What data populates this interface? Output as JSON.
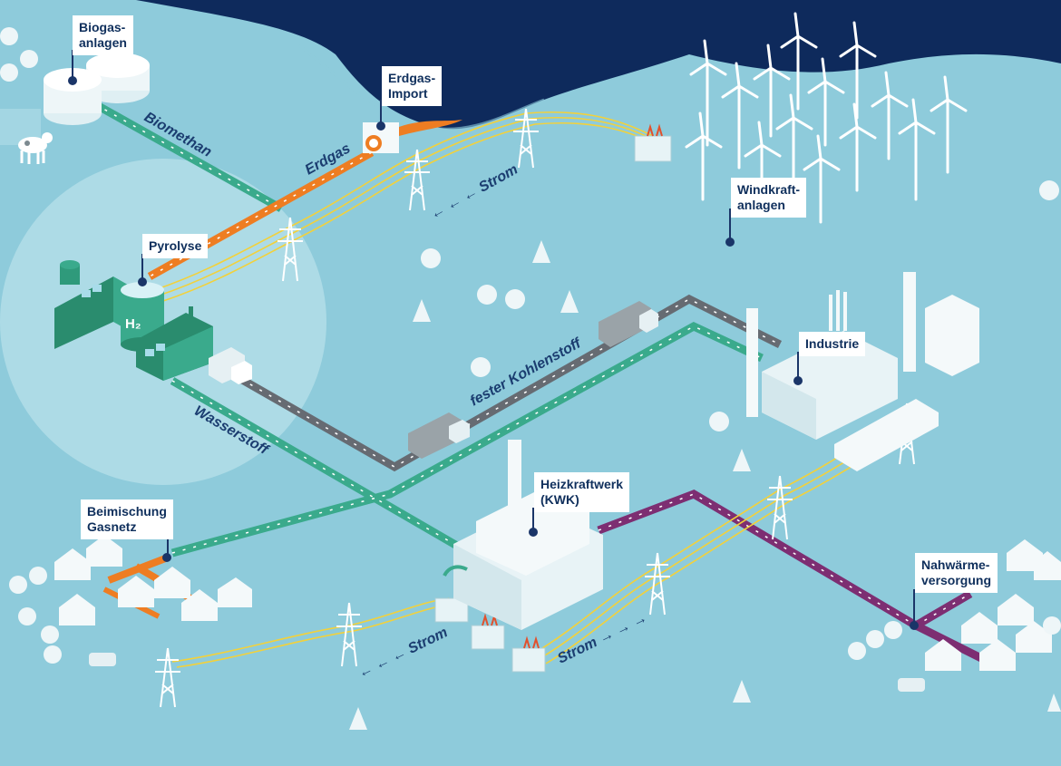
{
  "colors": {
    "sea": "#0e2a5c",
    "land": "#8ecbdb",
    "hydrogen": "#3aaa8c",
    "biomethane": "#3aaa8c",
    "natural_gas": "#ee7d22",
    "carbon": "#666b72",
    "heat": "#7d2e72",
    "power": "#f3d13a",
    "label_text": "#0f2f5c"
  },
  "callouts": {
    "biogas": "Biogas-\nanlagen",
    "gas_import": "Erdgas-\nImport",
    "wind": "Windkraft-\nanlagen",
    "pyrolysis": "Pyrolyse",
    "industry": "Industrie",
    "blending": "Beimischung\nGasnetz",
    "chp": "Heizkraftwerk\n(KWK)",
    "district_heat": "Nahwärme-\nversorgung"
  },
  "flow_labels": {
    "biomethane": "Biomethan",
    "natural_gas": "Erdgas",
    "power_north": "← ← ← Strom",
    "solid_carbon": "fester Kohlenstoff",
    "hydrogen": "Wasserstoff",
    "power_west": "← ← ← Strom",
    "power_east": "Strom → → →"
  },
  "icons": {
    "h2_tank_mark": "H₂"
  }
}
